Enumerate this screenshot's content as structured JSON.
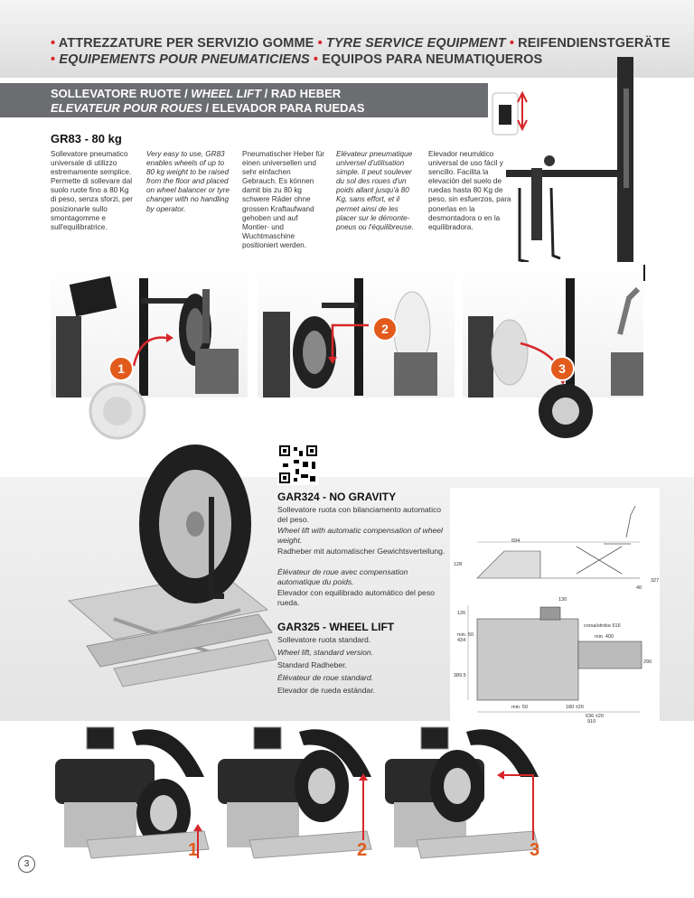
{
  "header": {
    "line1": {
      "bullet": "•",
      "it": "ATTREZZATURE PER SERVIZIO GOMME",
      "en": "TYRE SERVICE EQUIPMENT",
      "de": "REIFENDIENSTGERÄTE"
    },
    "line2": {
      "fr": "EQUIPEMENTS POUR PNEUMATICIENS",
      "es": "EQUIPOS PARA NEUMATIQUEROS"
    }
  },
  "band": {
    "title_it": "SOLLEVATORE RUOTE / ",
    "title_en": "WHEEL LIFT",
    "title_de": " / RAD HEBER",
    "title_fr": "ELEVATEUR POUR ROUES",
    "title_es": " / ELEVADOR PARA RUEDAS"
  },
  "gr83": {
    "title": "GR83 - 80 kg",
    "it": "Sollevatore pneumatico universale di utilizzo estremamente semplice. Permette di sollevare dal suolo ruote fino a 80 Kg di peso, senza sforzi, per posizionarle sullo smontagomme e sull'equilibratrice.",
    "en": "Very easy to use, GR83 enables wheels of up to 80 kg weight to be raised from the floor and placed on wheel balancer or tyre changer with no handling by operator.",
    "de": "Pneumatischer Heber für einen universellen und sehr einfachen Gebrauch. Es können damit bis zu 80 kg schwere Räder ohne grossen Kraftaufwand gehoben und auf Montier- und Wuchtmaschine positioniert werden.",
    "fr": "Elévateur pneumatique universel d'utilisation simple. Il peut soulever du sol des roues d'un poids allant jusqu'à 80 Kg, sans effort, et il permet ainsi de les placer sur le démonte-pneus ou l'équilibreuse.",
    "es": "Elevador neumático universal de uso fácil y sencillo. Facilita la elevación del suelo de ruedas hasta 80 Kg de peso, sin esfuerzos, para ponerlas en la desmontadora o en la equilibradora."
  },
  "steps": [
    "1",
    "2",
    "3"
  ],
  "gar324": {
    "title": "GAR324 - NO GRAVITY",
    "it": "Sollevatore ruota con bilanciamento automatico del peso.",
    "en": "Wheel lift with automatic compensation of wheel weight.",
    "de": "Radheber mit automatischer Gewichtsverteilung.",
    "fr": "Élévateur de roue avec compensation automatique du poids.",
    "es": "Elevador con equilibrado automático del peso rueda."
  },
  "gar325": {
    "title": "GAR325 - WHEEL LIFT",
    "it": "Sollevatore ruota standard.",
    "en": "Wheel lift, standard version.",
    "de": "Standard Radheber.",
    "fr": "Élévateur de roue standard.",
    "es": "Elevador de rueda estándar."
  },
  "dims": {
    "d694": "694",
    "d128": "128",
    "d40": "40",
    "d327": "327",
    "d130": "130",
    "d126": "126",
    "d434": "434",
    "dmin50a": "min. 50",
    "corsa": "corsa/stroke 616",
    "min400": "min. 400",
    "d3895": "389.5",
    "d290": "290",
    "dmin50b": "min. 50",
    "d180": "180 ±20",
    "d636": "636 ±20",
    "d910": "910"
  },
  "page_number": "3",
  "colors": {
    "accent": "#e25a1c",
    "band": "#6b6d70",
    "red": "#d7262a"
  }
}
